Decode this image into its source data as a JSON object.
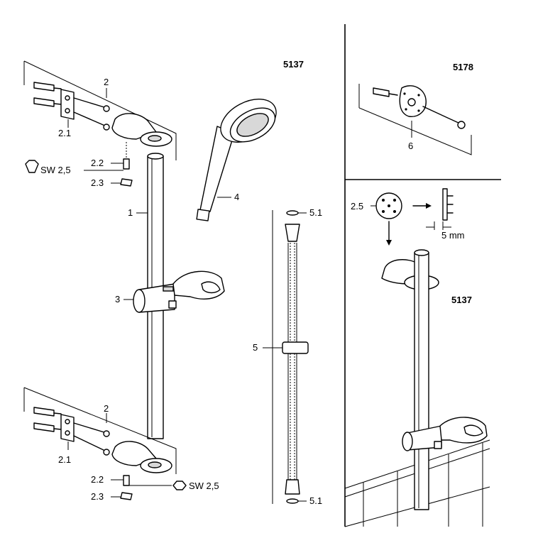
{
  "models": {
    "main": "5137",
    "wall_bracket": "5178",
    "detail": "5137"
  },
  "labels": {
    "p1": "1",
    "p2_top": "2",
    "p2_1_top": "2.1",
    "p2_2_top": "2.2",
    "p2_3_top": "2.3",
    "sw_top": "SW 2,5",
    "p3": "3",
    "p4": "4",
    "p5": "5",
    "p5_1_top": "5.1",
    "p5_1_bottom": "5.1",
    "p2_bottom": "2",
    "p2_1_bottom": "2.1",
    "p2_2_bottom": "2.2",
    "p2_3_bottom": "2.3",
    "sw_bottom": "SW 2,5",
    "p6": "6",
    "p2_5": "2.5",
    "dim": "5 mm"
  }
}
